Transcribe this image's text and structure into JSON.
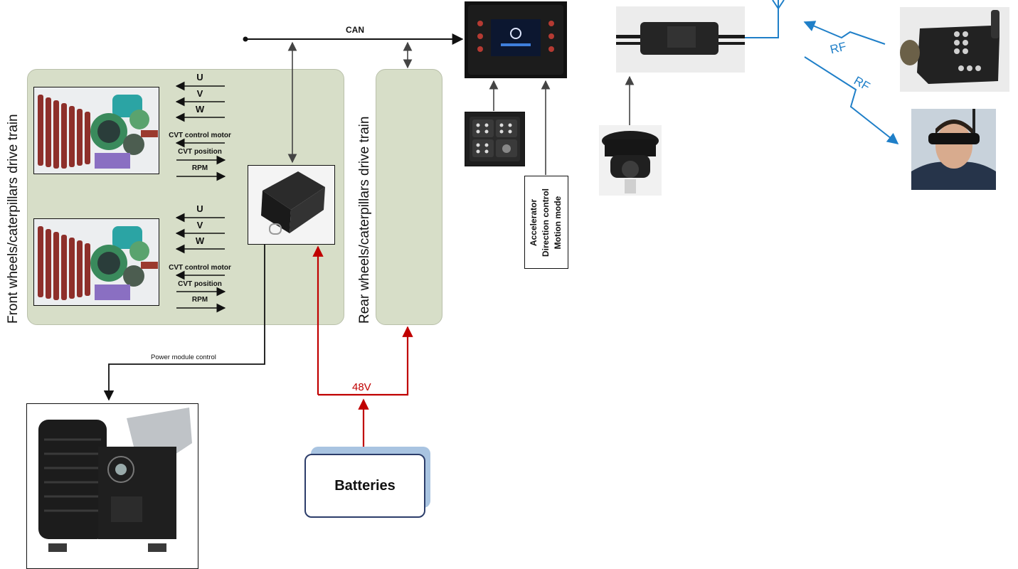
{
  "labels": {
    "can": "CAN",
    "front_train": "Front wheels/caterpillars drive train",
    "rear_train": "Rear wheels/caterpillars drive train",
    "power_module_control": "Power module control",
    "voltage": "48V",
    "batteries": "Batteries",
    "rf_1": "RF",
    "rf_2": "RF",
    "controls": [
      "Accelerator",
      "Direction control",
      "Motion mode"
    ]
  },
  "drive_unit_signals": [
    {
      "u": "U",
      "v": "V",
      "w": "W",
      "cvt_motor": "CVT control motor",
      "cvt_position": "CVT position",
      "rpm": "RPM"
    },
    {
      "u": "U",
      "v": "V",
      "w": "W",
      "cvt_motor": "CVT control motor",
      "cvt_position": "CVT position",
      "rpm": "RPM"
    }
  ],
  "colors": {
    "panel_fill": "#d7dec8",
    "power_line": "#c00000",
    "rf_line": "#1f7fc8",
    "battery_shadow": "#a9c4e1",
    "battery_border": "#2c3d6a"
  },
  "icons": {
    "motor_render": "drive-unit-render-image",
    "controller": "motor-controller-image",
    "display": "dashboard-display-image",
    "keypad": "control-keypad-image",
    "rf_module": "rf-receiver-module-image",
    "camera": "dome-camera-image",
    "remote": "handheld-remote-image",
    "fpv_operator": "operator-with-fpv-goggles-image",
    "power_module": "power-module-engine-image",
    "antenna": "antenna-icon"
  }
}
